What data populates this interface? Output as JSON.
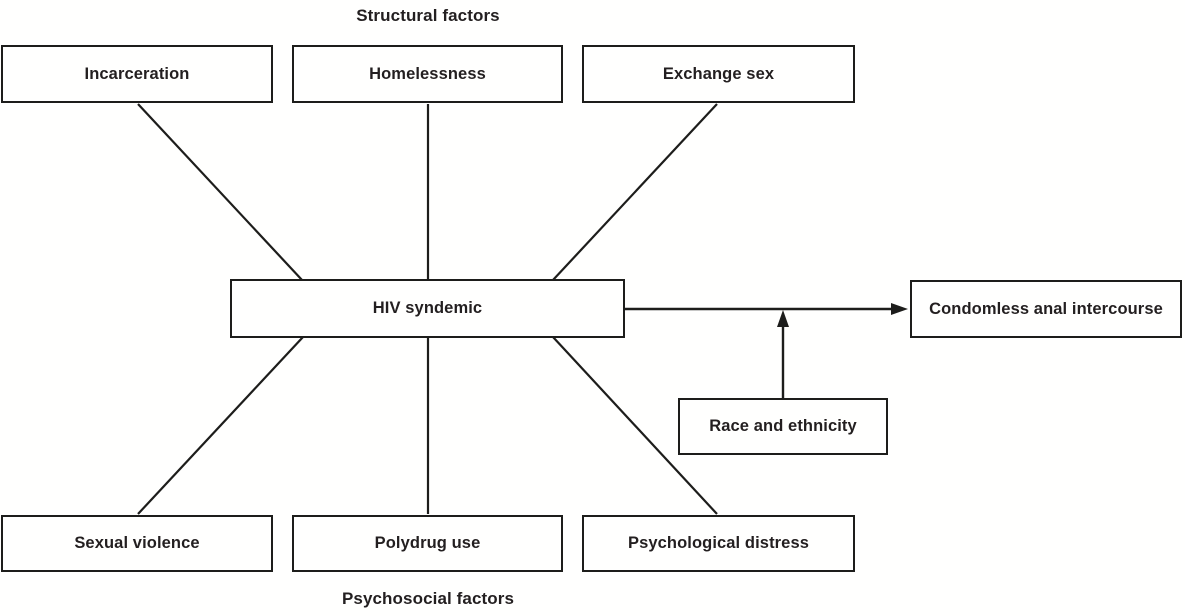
{
  "diagram": {
    "group_labels": {
      "structural": "Structural factors",
      "psychosocial": "Psychosocial factors"
    },
    "nodes": {
      "incarceration": {
        "label": "Incarceration"
      },
      "homelessness": {
        "label": "Homelessness"
      },
      "exchange_sex": {
        "label": "Exchange sex"
      },
      "hiv_syndemic": {
        "label": "HIV syndemic"
      },
      "condomless": {
        "label": "Condomless anal intercourse"
      },
      "race_ethnicity": {
        "label": "Race and ethnicity"
      },
      "sexual_violence": {
        "label": "Sexual violence"
      },
      "polydrug_use": {
        "label": "Polydrug use"
      },
      "psychological_distress": {
        "label": "Psychological distress"
      }
    },
    "edges": [
      {
        "from": "incarceration",
        "to": "hiv_syndemic",
        "style": "plain-line"
      },
      {
        "from": "homelessness",
        "to": "hiv_syndemic",
        "style": "plain-line"
      },
      {
        "from": "exchange_sex",
        "to": "hiv_syndemic",
        "style": "plain-line"
      },
      {
        "from": "sexual_violence",
        "to": "hiv_syndemic",
        "style": "plain-line"
      },
      {
        "from": "polydrug_use",
        "to": "hiv_syndemic",
        "style": "plain-line"
      },
      {
        "from": "psychological_distress",
        "to": "hiv_syndemic",
        "style": "plain-line"
      },
      {
        "from": "hiv_syndemic",
        "to": "condomless",
        "style": "arrow"
      },
      {
        "from": "race_ethnicity",
        "to": "hiv_syndemic-condomless-arrow",
        "style": "arrow"
      }
    ]
  },
  "colors": {
    "line": "#1d1d1b",
    "text": "#231f20",
    "background": "#fffffe"
  }
}
